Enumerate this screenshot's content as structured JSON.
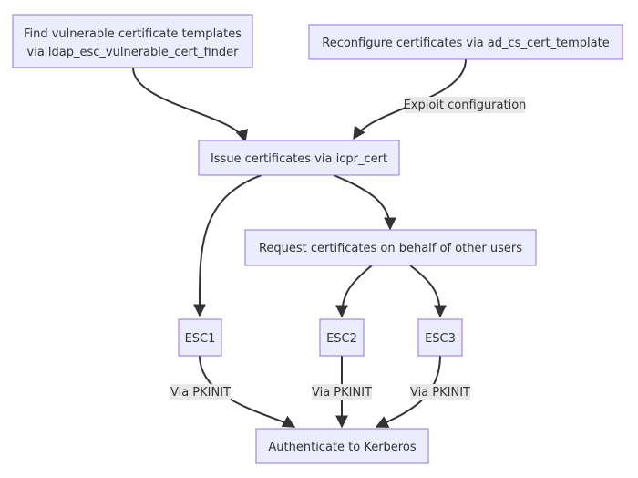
{
  "colors": {
    "node_fill": "#ECECFF",
    "node_stroke": "#9370DB",
    "edge": "#333333",
    "label_bg": "#E8E8E8",
    "text": "#333333"
  },
  "nodes": {
    "find": {
      "line1": "Find vulnerable certificate templates",
      "line2": "via ldap_esc_vulnerable_cert_finder"
    },
    "reconfigure": {
      "label": "Reconfigure certificates via ad_cs_cert_template"
    },
    "issue": {
      "label": "Issue certificates via icpr_cert"
    },
    "request": {
      "label": "Request certificates on behalf of other users"
    },
    "esc1": {
      "label": "ESC1"
    },
    "esc2": {
      "label": "ESC2"
    },
    "esc3": {
      "label": "ESC3"
    },
    "auth": {
      "label": "Authenticate to Kerberos"
    }
  },
  "edges": [
    {
      "from": "find",
      "to": "issue",
      "label": ""
    },
    {
      "from": "reconfigure",
      "to": "issue",
      "label": "Exploit configuration"
    },
    {
      "from": "issue",
      "to": "esc1",
      "label": ""
    },
    {
      "from": "issue",
      "to": "request",
      "label": ""
    },
    {
      "from": "request",
      "to": "esc2",
      "label": ""
    },
    {
      "from": "request",
      "to": "esc3",
      "label": ""
    },
    {
      "from": "esc1",
      "to": "auth",
      "label": "Via PKINIT"
    },
    {
      "from": "esc2",
      "to": "auth",
      "label": "Via PKINIT"
    },
    {
      "from": "esc3",
      "to": "auth",
      "label": "Via PKINIT"
    }
  ]
}
